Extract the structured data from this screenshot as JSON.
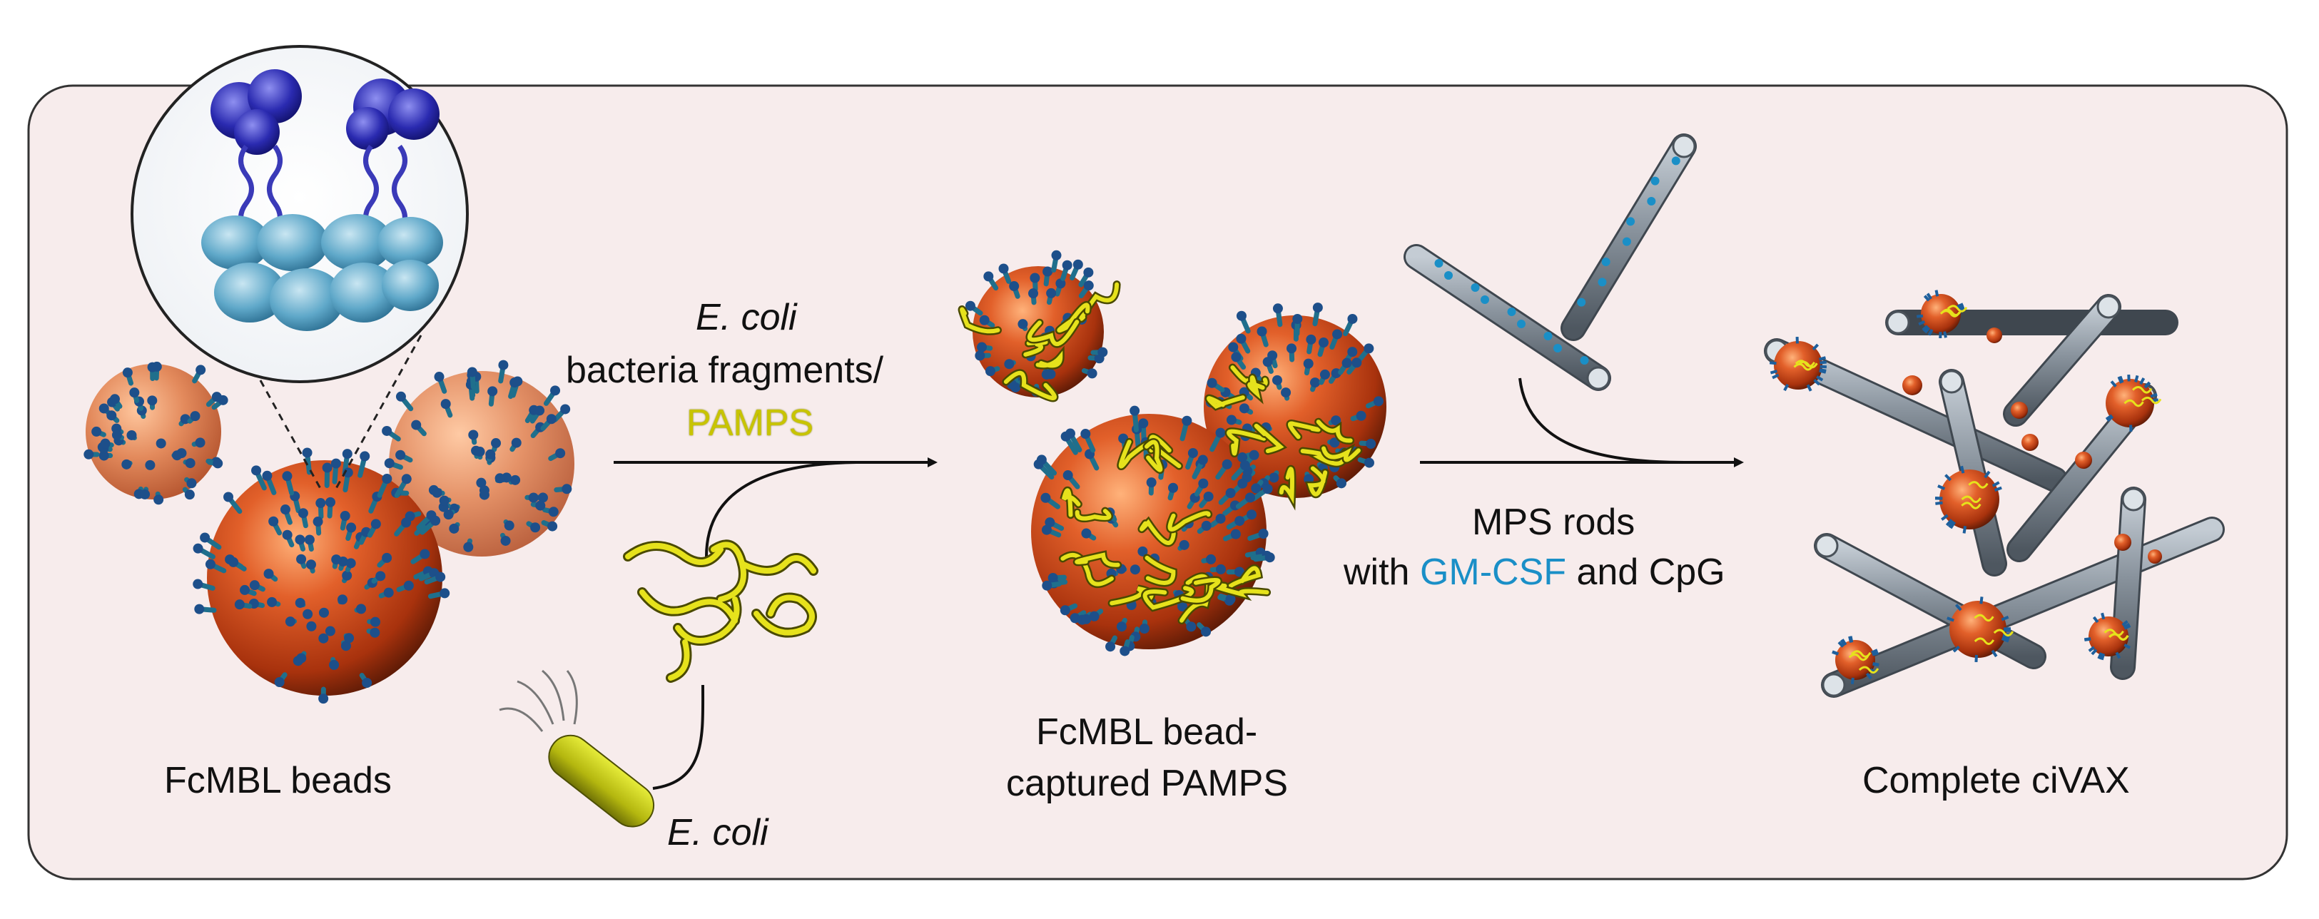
{
  "labels": {
    "fcmbl_beads": "FcMBL beads",
    "ecoli_top_italic": "E. coli",
    "bacteria_fragments": "bacteria fragments/",
    "pamps": "PAMPS",
    "ecoli_bottom": "E. coli",
    "captured_line1": "FcMBL bead-",
    "captured_line2": "captured PAMPS",
    "mps_rods": "MPS rods",
    "with_prefix": "with",
    "gmcsf": "GM-CSF",
    "and_cpg": "and CpG",
    "complete": "Complete ciVAX"
  },
  "colors": {
    "panel_bg": "#f7ecec",
    "bead_orange": "#d9501c",
    "spike_blue": "#1d5f9c",
    "rod_gray": "#7a8591",
    "pamps_yellow": "#e3de1c",
    "gmcsf_cyan": "#1a8fc7"
  }
}
